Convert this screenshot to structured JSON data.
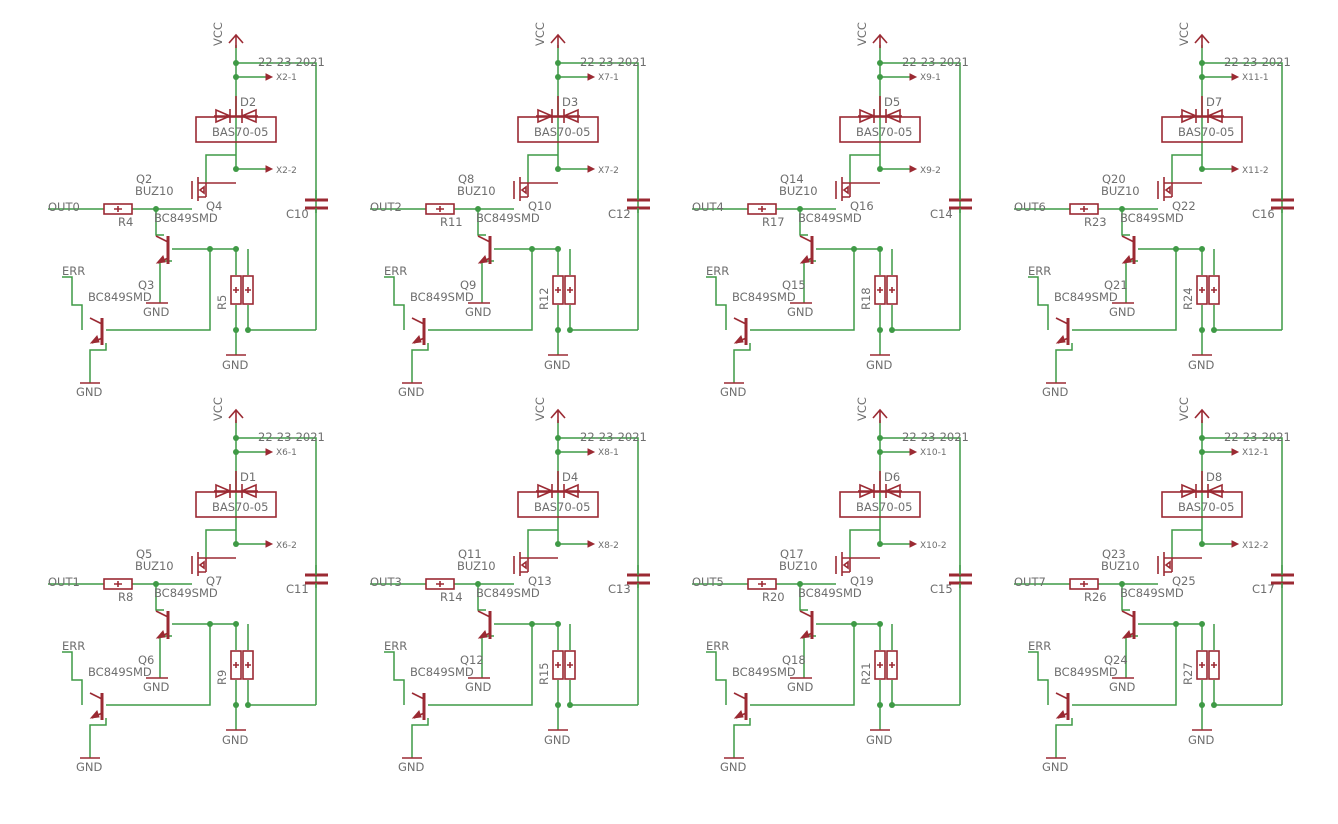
{
  "labels": {
    "vcc": "VCC",
    "gnd": "GND",
    "err": "ERR",
    "connector_part": "22-23-2021",
    "diode_part": "BAS70-05",
    "mosfet_part": "BUZ10",
    "bjt_part": "BC849SMD"
  },
  "cells": [
    {
      "out": "OUT0",
      "r_in": "R4",
      "mosfet": "Q2",
      "bjt_drive": "Q4",
      "bjt_err": "Q3",
      "r_side": "R5",
      "diode": "D2",
      "cap": "C10",
      "pin1": "X2-1",
      "pin2": "X2-2"
    },
    {
      "out": "OUT2",
      "r_in": "R11",
      "mosfet": "Q8",
      "bjt_drive": "Q10",
      "bjt_err": "Q9",
      "r_side": "R12",
      "diode": "D3",
      "cap": "C12",
      "pin1": "X7-1",
      "pin2": "X7-2"
    },
    {
      "out": "OUT4",
      "r_in": "R17",
      "mosfet": "Q14",
      "bjt_drive": "Q16",
      "bjt_err": "Q15",
      "r_side": "R18",
      "diode": "D5",
      "cap": "C14",
      "pin1": "X9-1",
      "pin2": "X9-2"
    },
    {
      "out": "OUT6",
      "r_in": "R23",
      "mosfet": "Q20",
      "bjt_drive": "Q22",
      "bjt_err": "Q21",
      "r_side": "R24",
      "diode": "D7",
      "cap": "C16",
      "pin1": "X11-1",
      "pin2": "X11-2"
    },
    {
      "out": "OUT1",
      "r_in": "R8",
      "mosfet": "Q5",
      "bjt_drive": "Q7",
      "bjt_err": "Q6",
      "r_side": "R9",
      "diode": "D1",
      "cap": "C11",
      "pin1": "X6-1",
      "pin2": "X6-2"
    },
    {
      "out": "OUT3",
      "r_in": "R14",
      "mosfet": "Q11",
      "bjt_drive": "Q13",
      "bjt_err": "Q12",
      "r_side": "R15",
      "diode": "D4",
      "cap": "C13",
      "pin1": "X8-1",
      "pin2": "X8-2"
    },
    {
      "out": "OUT5",
      "r_in": "R20",
      "mosfet": "Q17",
      "bjt_drive": "Q19",
      "bjt_err": "Q18",
      "r_side": "R21",
      "diode": "D6",
      "cap": "C15",
      "pin1": "X10-1",
      "pin2": "X10-2"
    },
    {
      "out": "OUT7",
      "r_in": "R26",
      "mosfet": "Q23",
      "bjt_drive": "Q25",
      "bjt_err": "Q24",
      "r_side": "R27",
      "diode": "D8",
      "cap": "C17",
      "pin1": "X12-1",
      "pin2": "X12-2"
    }
  ]
}
